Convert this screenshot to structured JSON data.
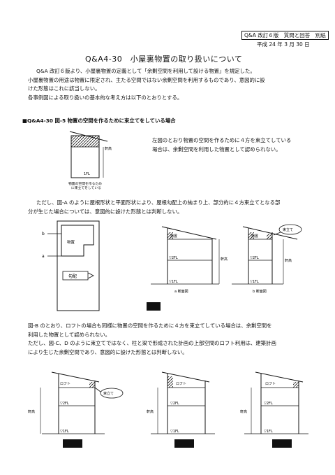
{
  "header": {
    "tag": "Q&A 改訂６版　質問と回答　別紙",
    "date": "平成 24 年 3 月 30 日"
  },
  "title": "Q&A4-30　小屋裏物置の取り扱いについて",
  "intro": [
    "Q&A 改訂６版より、小屋裏物置の定義として「余剰空間を利用して設ける物置」を規定した。",
    "小屋裏物置の用途は物置に限定され、主たる空間ではない余剰空間を利用するものであり、意図的に設",
    "けた形態はこれに該当しない。",
    "各事例図による取り扱いの基本的な考え方は以下のとおりとする。"
  ],
  "section": "■Q&A4-30 図-5 物置の空間を作るために束立てをしている場合",
  "fig5": {
    "nokidaka": "軒高",
    "fl": "1FL",
    "caption_1": "物置の空間を作るため",
    "caption_2": "に束立てをしている"
  },
  "fig5_text": [
    "左図のとおり物置の空間を作るために４方を束立てしている",
    "場合は、余剰空間を利用した物置として認められない。"
  ],
  "para2": [
    "ただし、図-A のように屋根形状と平面形状により、屋根勾配上の納まり上、部分的に４方束立てとなる部",
    "分が生じた場合については、意図的に設けた形態とは判断しない。"
  ],
  "figA": {
    "plan_monooki": "物置",
    "plan_koubai": "勾配",
    "label_b": "b",
    "label_a": "a",
    "sec_monooki": "物置",
    "fl2": "▽2FL",
    "fl1": "▽1FL",
    "nokidaka": "軒高",
    "caption_a": "a 断面図",
    "caption_b": "b 断面図",
    "tsukadate": "束立て"
  },
  "para3": [
    "図-B のとおり、ロフトの場合も同様に物置の空間を作るために４方を束立てしている場合は、余剰空間を",
    "利用した物置として認められない。",
    "ただし、図-C、D のように束立てではなく、柱と梁で形成された計画の上部空間のロフト利用は、建築計画",
    "により生じた余剰空間であり、意図的に設けた形態とは判断しない。"
  ],
  "figB": {
    "loft": "ロフト",
    "tsukadate": "束立て",
    "fl2": "▽2FL",
    "fl1": "▽1FL",
    "nokidaka": "軒高"
  }
}
